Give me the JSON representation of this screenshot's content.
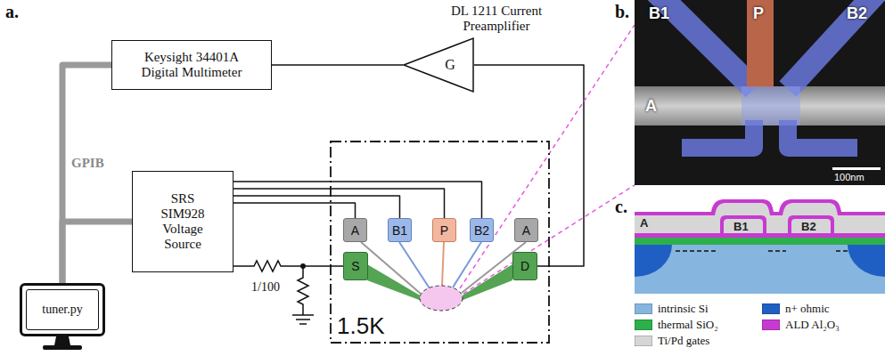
{
  "diagram": {
    "nodes": [
      {
        "text": [
          "Keysight 34401A Digital Multimeter"
        ]
      },
      {
        "text": [
          "DL 1211 Current Preamplifier",
          "G"
        ]
      },
      {
        "text": [
          "SRS SIM928 Voltage Source"
        ]
      },
      {
        "text": [
          "tuner.py"
        ]
      },
      {
        "text": [
          "1.5K"
        ]
      },
      {
        "text": [
          "A"
        ],
        "in": 4
      },
      {
        "text": [
          "B1"
        ],
        "in": 4
      },
      {
        "text": [
          "P"
        ],
        "in": 4
      },
      {
        "text": [
          "B2"
        ],
        "in": 4
      },
      {
        "text": [
          "A"
        ],
        "in": 4
      },
      {
        "text": [
          "S"
        ],
        "in": 4
      },
      {
        "text": [
          "D"
        ],
        "in": 4
      }
    ],
    "edges": [
      {
        "from": 1,
        "to": 0,
        "arrow": "none"
      },
      {
        "from": 11,
        "to": 1,
        "arrow": "none"
      },
      {
        "from": 2,
        "to": 5,
        "arrow": "none"
      },
      {
        "from": 2,
        "to": 6,
        "arrow": "none"
      },
      {
        "from": 2,
        "to": 7,
        "arrow": "none"
      },
      {
        "from": 2,
        "to": 8,
        "arrow": "none"
      },
      {
        "from": 2,
        "to": 10,
        "label": "1/100",
        "arrow": "none"
      },
      {
        "from": 3,
        "to": 0,
        "arrow": "none"
      },
      {
        "from": 3,
        "to": 2,
        "arrow": "none"
      }
    ],
    "labels": [
      "a.",
      "GPIB",
      "b.",
      "B1",
      "P",
      "B2",
      "A",
      "100nm",
      "c.",
      "A",
      "B1",
      "B2"
    ],
    "legend": [
      {
        "text": "intrinsic Si",
        "color": "#86b6df"
      },
      {
        "text": "n+ ohmic",
        "color": "#1f5fc4"
      },
      {
        "text": "thermal SiO₂",
        "color": "#2db04b"
      },
      {
        "text": "ALD Al₂O₃",
        "color": "#c73ad0"
      },
      {
        "text": "Ti/Pd gates",
        "color": "#d6d6d6"
      }
    ]
  }
}
